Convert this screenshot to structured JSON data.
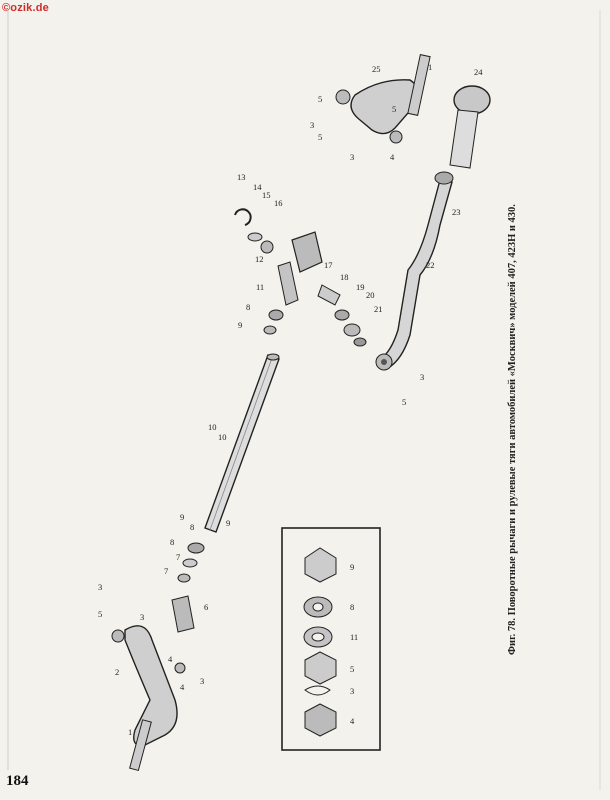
{
  "watermark": "©ozik.de",
  "page_number": "184",
  "caption": "Фиг. 78. Поворотные рычаги и рулевые тяги автомобилей «Москвич» моделей 407, 423Н и 430.",
  "part_labels": [
    "1",
    "2",
    "3",
    "4",
    "5",
    "6",
    "7",
    "8",
    "9",
    "10",
    "10",
    "11",
    "12",
    "13",
    "14",
    "15",
    "16",
    "17",
    "18",
    "19",
    "20",
    "21",
    "22",
    "23",
    "24",
    "25",
    "9",
    "8",
    "5",
    "3",
    "9",
    "8",
    "7",
    "5",
    "3",
    "4",
    "5",
    "3",
    "5",
    "1",
    "3",
    "3",
    "4"
  ],
  "inset_labels": [
    "9",
    "8",
    "11",
    "5",
    "3",
    "4"
  ]
}
